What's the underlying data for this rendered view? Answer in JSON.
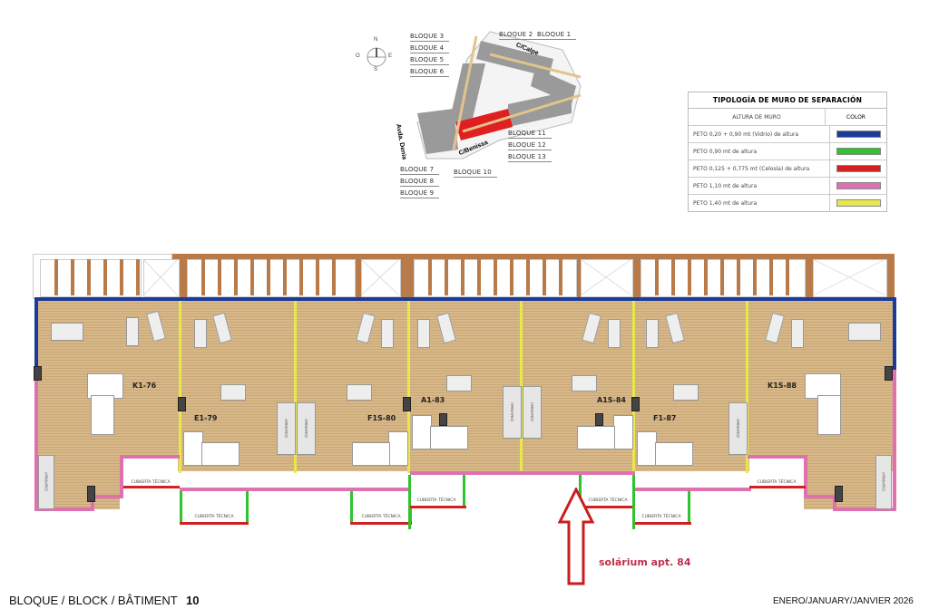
{
  "compass": {
    "n": "N",
    "s": "S",
    "e": "E",
    "o": "O"
  },
  "site_plan": {
    "streets": [
      "C/Calpe",
      "C/Benissa",
      "Avda. Denia"
    ],
    "blocks_top_left": [
      "BLOQUE 3",
      "BLOQUE 4",
      "BLOQUE 5",
      "BLOQUE 6"
    ],
    "blocks_top_right": [
      "BLOQUE 2",
      "BLOQUE 1"
    ],
    "blocks_right": [
      "BLOQUE 11",
      "BLOQUE 12",
      "BLOQUE 13"
    ],
    "blocks_bottom_left": [
      "BLOQUE 7",
      "BLOQUE 8",
      "BLOQUE 9"
    ],
    "block_highlight": "BLOQUE 10",
    "highlight_color": "#e02020"
  },
  "legend": {
    "title": "TIPOLOGÍA DE MURO DE SEPARACIÓN",
    "col_height": "ALTURA DE MURO",
    "col_color": "COLOR",
    "rows": [
      {
        "label": "PETO 0,20  + 0,90 mt (Vidrio) de altura",
        "color": "#1b3a9a"
      },
      {
        "label": "PETO 0,90 mt de altura",
        "color": "#2fc42f"
      },
      {
        "label": "PETO 0,125 + 0,775 mt (Celosía) de altura",
        "color": "#d42020"
      },
      {
        "label": "PETO 1,10 mt de altura",
        "color": "#e071b0"
      },
      {
        "label": "PETO 1,40 mt de altura",
        "color": "#e8e84a"
      }
    ]
  },
  "floorplan": {
    "units": [
      "K1-76",
      "E1-79",
      "F1S-80",
      "A1-83",
      "A1S-84",
      "F1-87",
      "K1S-88"
    ],
    "cubierta_label": "CUBIERTA TÉCNICA",
    "armario_label": "ARMARIO"
  },
  "annotation": {
    "text": "solárium apt. 84",
    "color": "#c0304a"
  },
  "footer": {
    "block_label": "BLOQUE / BLOCK / BÂTIMENT",
    "block_number": "10",
    "date": "ENERO/JANUARY/JANVIER 2026"
  }
}
